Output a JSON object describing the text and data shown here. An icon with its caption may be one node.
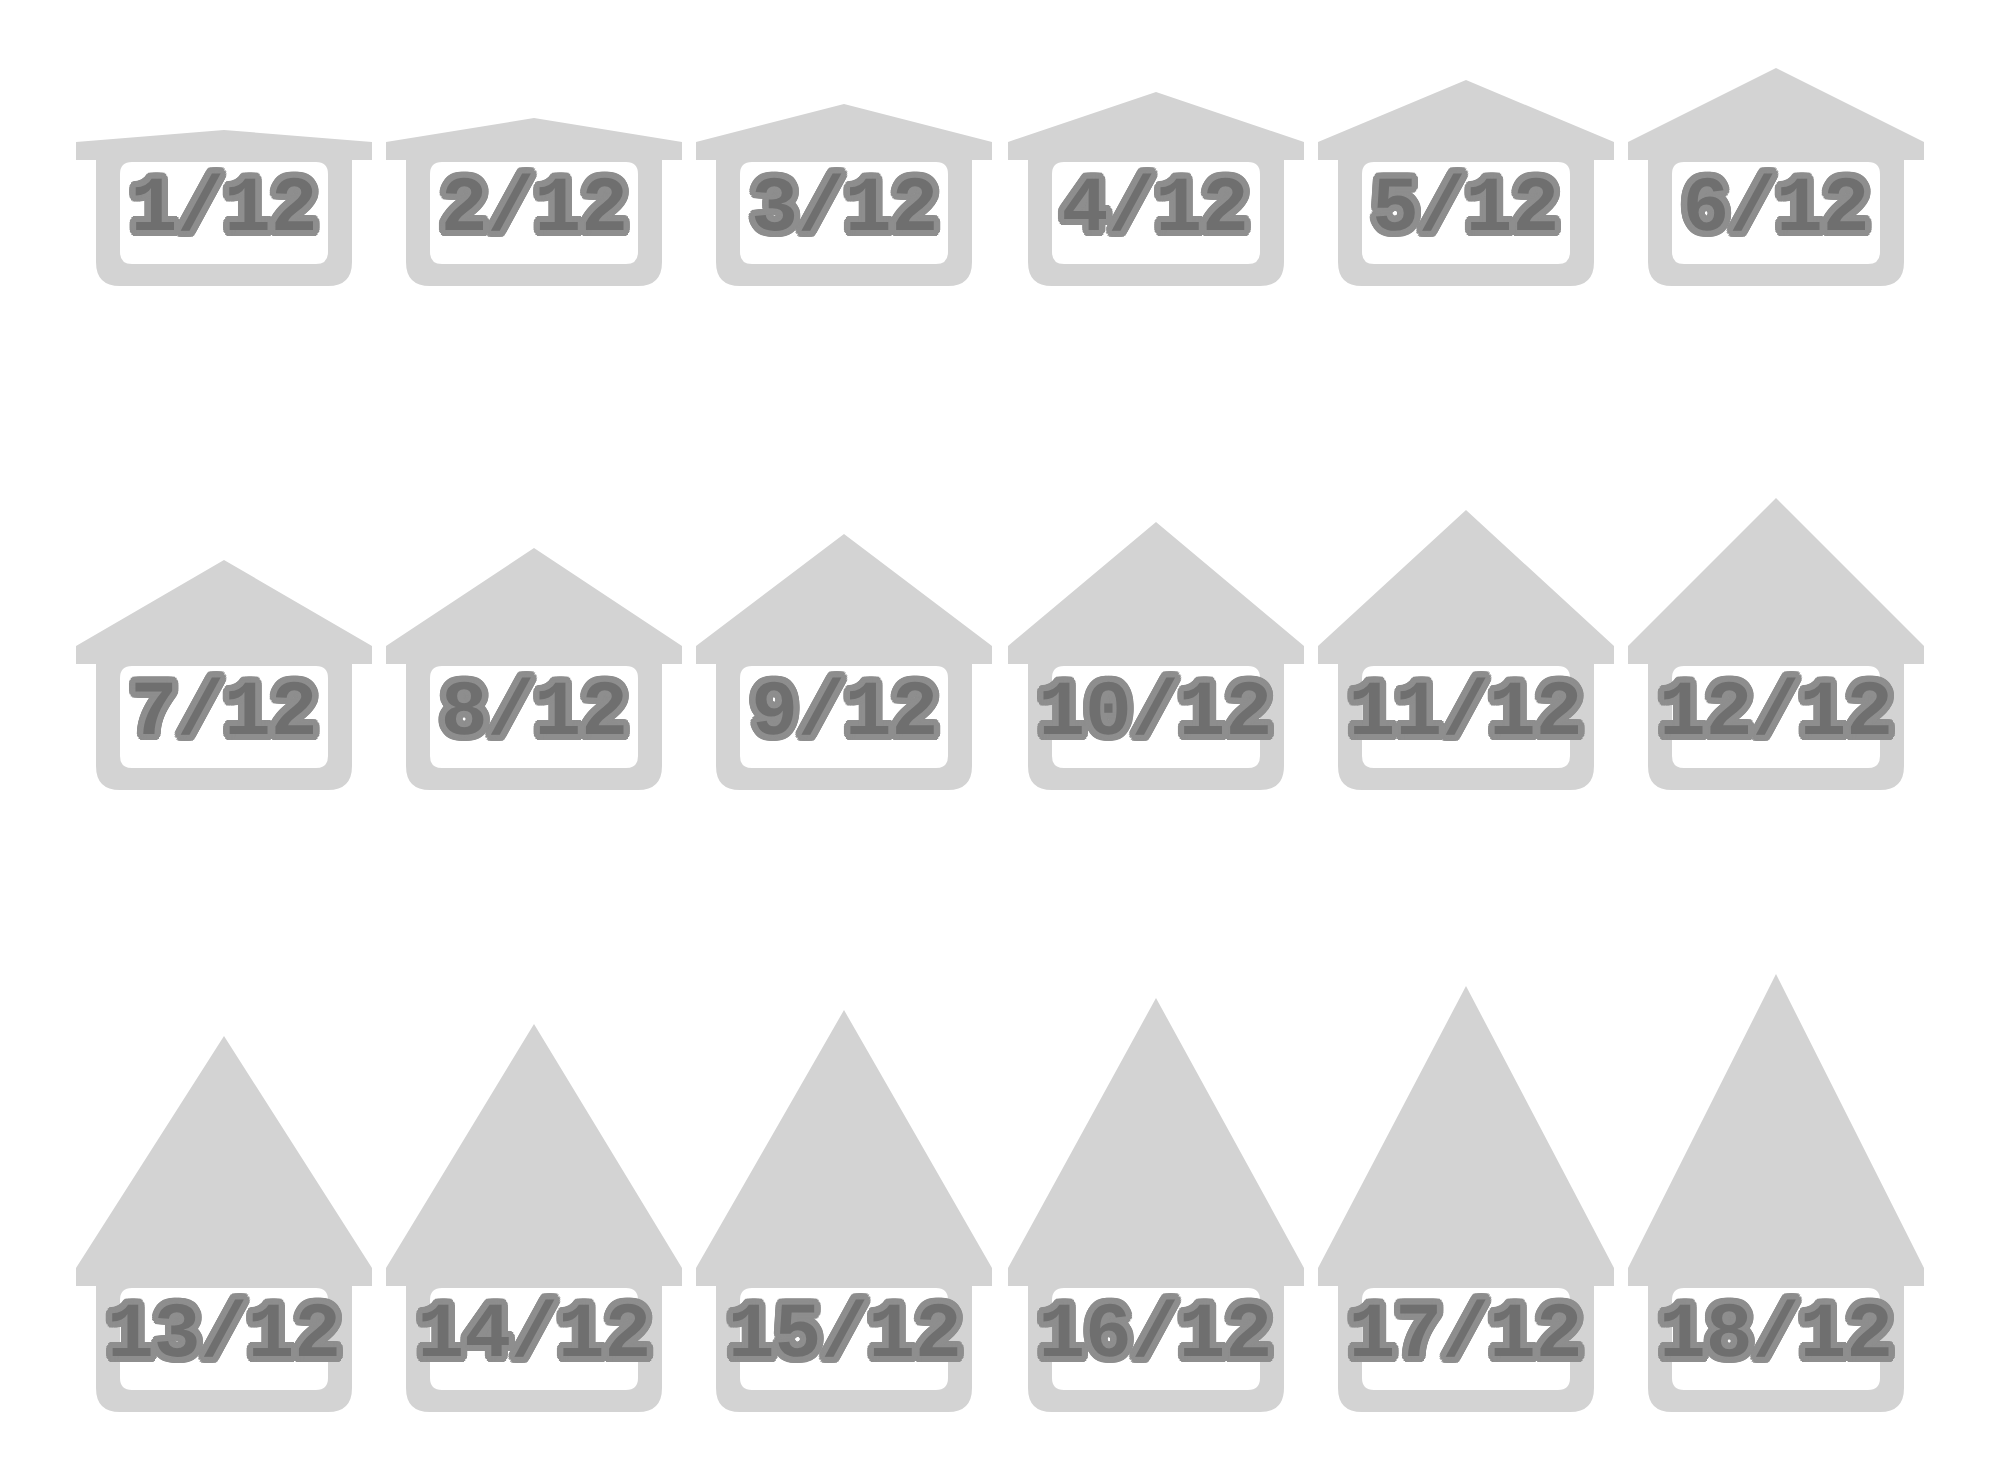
{
  "diagram": {
    "nodes": [
      {
        "text": [
          "1/12"
        ]
      },
      {
        "text": [
          "2/12"
        ]
      },
      {
        "text": [
          "3/12"
        ]
      },
      {
        "text": [
          "4/12"
        ]
      },
      {
        "text": [
          "5/12"
        ]
      },
      {
        "text": [
          "6/12"
        ]
      },
      {
        "text": [
          "7/12"
        ]
      },
      {
        "text": [
          "8/12"
        ]
      },
      {
        "text": [
          "9/12"
        ]
      },
      {
        "text": [
          "10/12"
        ]
      },
      {
        "text": [
          "11/12"
        ]
      },
      {
        "text": [
          "12/12"
        ]
      },
      {
        "text": [
          "13/12"
        ]
      },
      {
        "text": [
          "14/12"
        ]
      },
      {
        "text": [
          "15/12"
        ]
      },
      {
        "text": [
          "16/12"
        ]
      },
      {
        "text": [
          "17/12"
        ]
      },
      {
        "text": [
          "18/12"
        ]
      }
    ]
  }
}
